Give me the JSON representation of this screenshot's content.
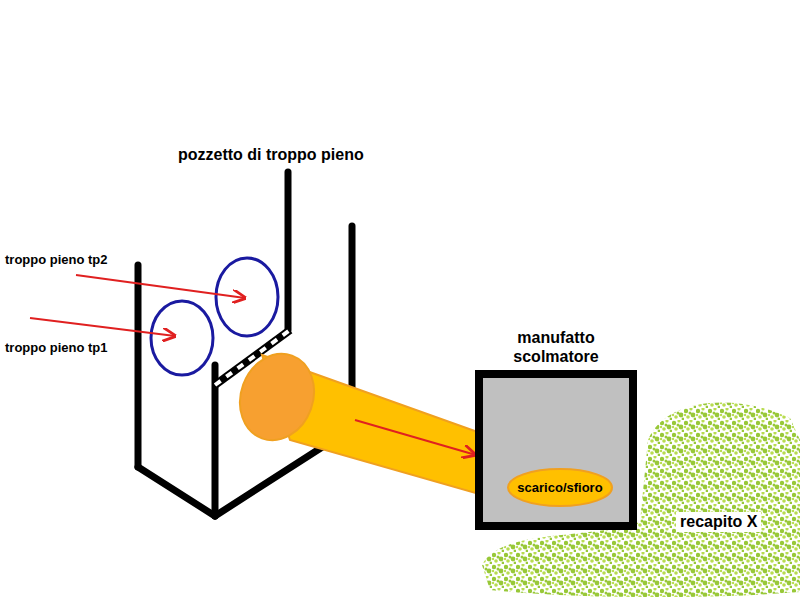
{
  "diagram": {
    "nodes": [
      {
        "text": [
          "pozzetto di troppo pieno"
        ]
      },
      {
        "text": [
          "manufatto scolmatore"
        ]
      },
      {
        "text": [
          "scarico/sfioro"
        ],
        "in": 1
      },
      {
        "text": [
          "recapito X"
        ]
      }
    ],
    "edges": [
      {
        "from": 0,
        "to": 1,
        "arrow": "to"
      }
    ],
    "labels": [
      "troppo pieno tp2",
      "troppo pieno tp1"
    ]
  }
}
